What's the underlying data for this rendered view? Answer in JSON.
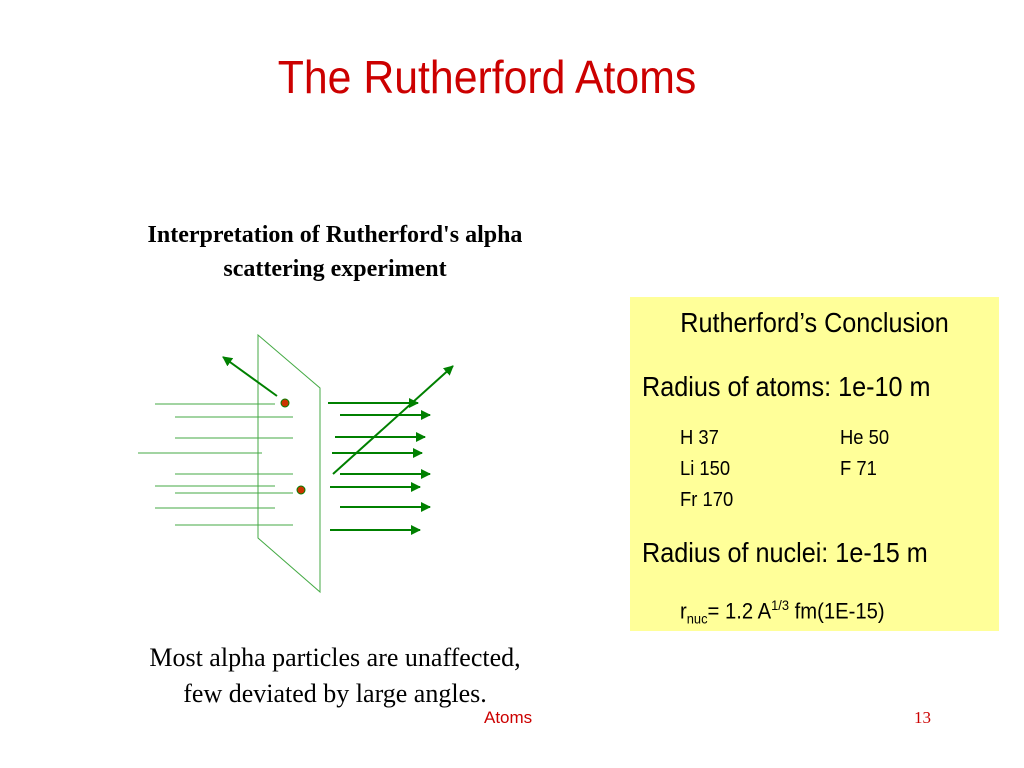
{
  "slide": {
    "title": "The Rutherford Atoms",
    "caption_line1": "Interpretation of Rutherford's alpha",
    "caption_line2": "scattering experiment",
    "bottom_line1": "Most alpha particles are unaffected,",
    "bottom_line2": "few deviated by large angles."
  },
  "conclusion_box": {
    "heading": "Rutherford’s Conclusion",
    "atom_radius": "Radius of atoms: 1e-10 m",
    "elements": [
      {
        "label": "H 37"
      },
      {
        "label": "He 50"
      },
      {
        "label": "Li 150"
      },
      {
        "label": "F 71"
      },
      {
        "label": "Fr 170"
      }
    ],
    "nuclei_radius": "Radius of nuclei: 1e-15 m",
    "formula": {
      "r": "r",
      "sub": "nuc",
      "mid": "= 1.2 A",
      "sup": "1/3",
      "tail": " fm(1E-15)"
    }
  },
  "footer": {
    "left": "Atoms",
    "page": "13"
  },
  "colors": {
    "title": "#cc0000",
    "box_background": "#ffff99",
    "beam": "#008000",
    "nucleus": "#cc3300"
  },
  "icons": {
    "nucleus": "nucleus-dot",
    "arrow": "arrow-icon"
  }
}
